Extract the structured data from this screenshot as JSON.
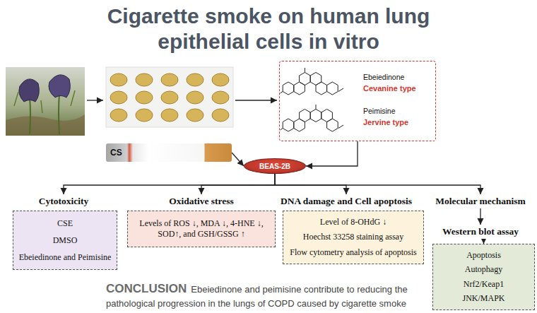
{
  "diagram": {
    "title": "Cigarette smoke on human lung epithelial cells in vitro",
    "nodes": [
      {
        "text": [
          "Ebeiedinone",
          "Cevanine type",
          "Peimisine",
          "Jervine type"
        ]
      },
      {
        "text": [
          "CS"
        ]
      },
      {
        "text": [
          "BEAS-2B"
        ]
      },
      {
        "text": [
          "Cytotoxicity"
        ]
      },
      {
        "text": [
          "CSE",
          "DMSO",
          "Ebeiedinone and Peimisine"
        ]
      },
      {
        "text": [
          "Oxidative stress"
        ]
      },
      {
        "text": [
          "Levels of ROS ↓, MDA ↓, 4-HNE ↓, SOD↑, and GSH/GSSG ↑"
        ]
      },
      {
        "text": [
          "DNA damage and Cell apoptosis"
        ]
      },
      {
        "text": [
          "Level of 8-OHdG ↓",
          "Hoechst 33258 staining assay",
          "Flow cytometry analysis of apoptosis"
        ]
      },
      {
        "text": [
          "Molecular mechanism"
        ]
      },
      {
        "text": [
          "Western blot assay"
        ]
      },
      {
        "text": [
          "Apoptosis",
          "Autophagy",
          "Nrf2/Keap1",
          "JNK/MAPK"
        ]
      }
    ],
    "edges": [
      {
        "from": 0,
        "to": 2,
        "arrow": "to"
      },
      {
        "from": 1,
        "to": 2,
        "arrow": "to"
      },
      {
        "from": 2,
        "to": 3,
        "arrow": "to"
      },
      {
        "from": 2,
        "to": 5,
        "arrow": "to"
      },
      {
        "from": 2,
        "to": 7,
        "arrow": "to"
      },
      {
        "from": 2,
        "to": 9,
        "arrow": "to"
      },
      {
        "from": 9,
        "to": 10,
        "arrow": "to"
      },
      {
        "from": 10,
        "to": 11,
        "arrow": "to"
      }
    ],
    "labels": [
      "CONCLUSION",
      "Ebeiedinone and peimisine contribute to reducing the pathological progression in the lungs of COPD caused by cigarette smoke"
    ]
  }
}
